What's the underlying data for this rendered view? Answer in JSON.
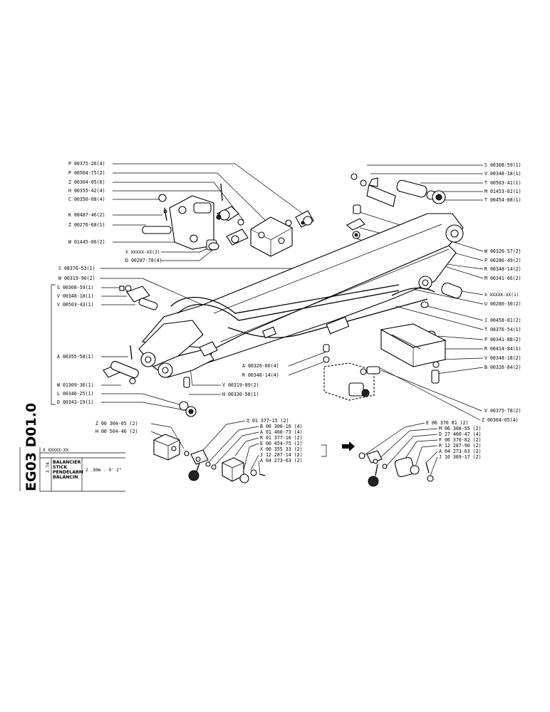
{
  "document": {
    "code": "EG03 D01.0",
    "date": "3.74"
  },
  "title_block": {
    "ref": "X XXXXX-XX",
    "lines": [
      "BALANCIER",
      "STICK",
      "PENDELARM",
      "BALANCIN"
    ],
    "dimension": "2 .80m - 9' 2\""
  },
  "callouts": {
    "top_left": [
      "P 00375-26(4)",
      "P 00504-75(2)",
      "Z 00304-05(6)",
      "H 00355-42(4)",
      "C 00350-08(4)",
      "K 00487-46(2)",
      "Z 00276-68(1)",
      "W 01445-06(2)",
      "X XXXXX-XX(2)",
      "D 00287-78(4)",
      "S 08376-53(1)",
      "W 00319-90(2)"
    ],
    "left_group": [
      "S 00308-59(1)",
      "V 00348-18(1)",
      "V 00503-43(1)"
    ],
    "left_lower": [
      "A 00355-58(1)",
      "W 01309-36(1)",
      "L 00346-25(1)",
      "D 00343-19(1)"
    ],
    "top_right": [
      "S 00308-59(1)",
      "V 00348-18(1)",
      "T 00503-41(1)",
      "M 01453-02(1)",
      "T 00454-88(1)"
    ],
    "right": [
      "W 00326-57(2)",
      "P 00280-49(2)",
      "R 00348-14(2)",
      "M 00341-66(2)",
      "X XXXXX-XX(1)",
      "U 00286-30(2)",
      "J 00458-01(2)",
      "T 08376-54(1)",
      "P 00341-88(2)",
      "R 00414-84(1)",
      "V 00348-18(2)",
      "B 00326-84(2)"
    ],
    "middle": [
      "A 00326-60(4)",
      "R 00348-14(4)",
      "V 00319-89(2)",
      "H 00330-58(1)"
    ],
    "bottom_right": [
      "V 00375-78(2)",
      "Z 00304-05(4)"
    ],
    "bottom_left": [
      "Z 00 304-05 (2)",
      "H 00 504-46 (2)"
    ],
    "bottom_center": [
      "Q 01 377-15 (2)",
      "B 00 300-16 (4)",
      "A 01 460-73 (4)",
      "R 01 377-16 (2)",
      "E 00 454-75 (2)",
      "X 00 355 33 (2)",
      "J 12 287-14 (2)",
      "A 04 273-63 (2)"
    ],
    "bottom_far_right": [
      "E 06 370 81 (2)",
      "M 06 308-55 (2)",
      "D 27 460-47 (4)",
      "F 06 370-82 (2)",
      "R 12 287-90 (2)",
      "A 04 273-63 (2)",
      "J 10 369-17 (2)"
    ]
  }
}
